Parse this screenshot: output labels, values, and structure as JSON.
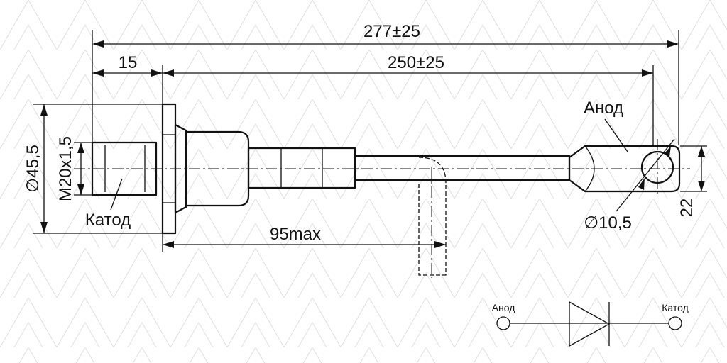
{
  "dimensions": {
    "overall_length": "277±25",
    "lead_length": "250±25",
    "thread_length": "15",
    "flange_diameter": "45,5",
    "thread": "M20x1,5",
    "bend_length": "95max",
    "hole_diameter": "10,5",
    "lug_width": "22"
  },
  "symbols": {
    "diameter": "∅"
  },
  "labels": {
    "anode": "Анод",
    "cathode": "Катод"
  },
  "schematic": {
    "anode": "Анод",
    "cathode": "Катод"
  },
  "colors": {
    "line": "#111111",
    "watermark": "#e4e4e4",
    "background": "#ffffff"
  }
}
